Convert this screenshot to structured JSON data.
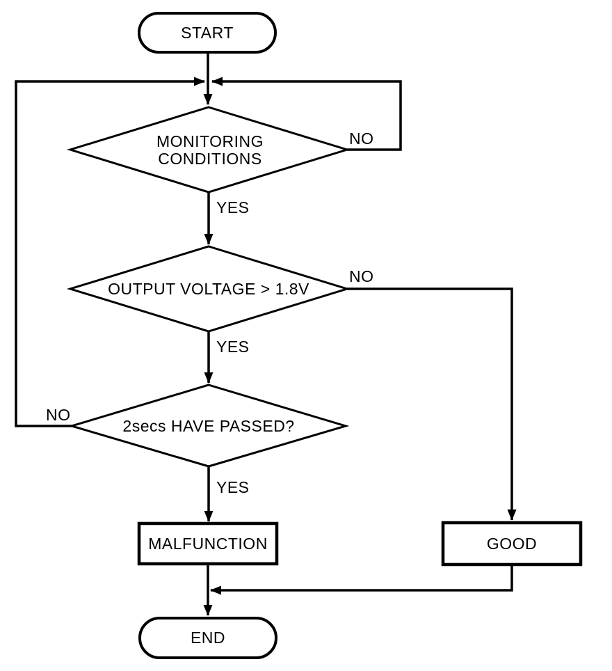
{
  "diagram": {
    "type": "flowchart",
    "colors": {
      "background": "#ffffff",
      "stroke": "#000000",
      "text": "#000000"
    },
    "nodes": {
      "start": {
        "shape": "terminator",
        "label": "START"
      },
      "monitoring_conditions": {
        "shape": "decision",
        "label_line1": "MONITORING",
        "label_line2": "CONDITIONS"
      },
      "output_voltage": {
        "shape": "decision",
        "label": "OUTPUT VOLTAGE > 1.8V"
      },
      "two_secs_passed": {
        "shape": "decision",
        "label": "2secs HAVE PASSED?"
      },
      "malfunction": {
        "shape": "process",
        "label": "MALFUNCTION"
      },
      "good": {
        "shape": "process",
        "label": "GOOD"
      },
      "end": {
        "shape": "terminator",
        "label": "END"
      }
    },
    "edge_labels": {
      "monitoring_conditions_no": "NO",
      "monitoring_conditions_yes": "YES",
      "output_voltage_no": "NO",
      "output_voltage_yes": "YES",
      "two_secs_passed_no": "NO",
      "two_secs_passed_yes": "YES"
    },
    "edges": [
      {
        "from": "start",
        "to": "monitoring_conditions",
        "label": ""
      },
      {
        "from": "monitoring_conditions",
        "to": "monitoring_conditions",
        "label": "NO"
      },
      {
        "from": "monitoring_conditions",
        "to": "output_voltage",
        "label": "YES"
      },
      {
        "from": "output_voltage",
        "to": "good",
        "label": "NO"
      },
      {
        "from": "output_voltage",
        "to": "two_secs_passed",
        "label": "YES"
      },
      {
        "from": "two_secs_passed",
        "to": "monitoring_conditions",
        "label": "NO"
      },
      {
        "from": "two_secs_passed",
        "to": "malfunction",
        "label": "YES"
      },
      {
        "from": "malfunction",
        "to": "end",
        "label": ""
      },
      {
        "from": "good",
        "to": "end",
        "label": ""
      }
    ]
  }
}
